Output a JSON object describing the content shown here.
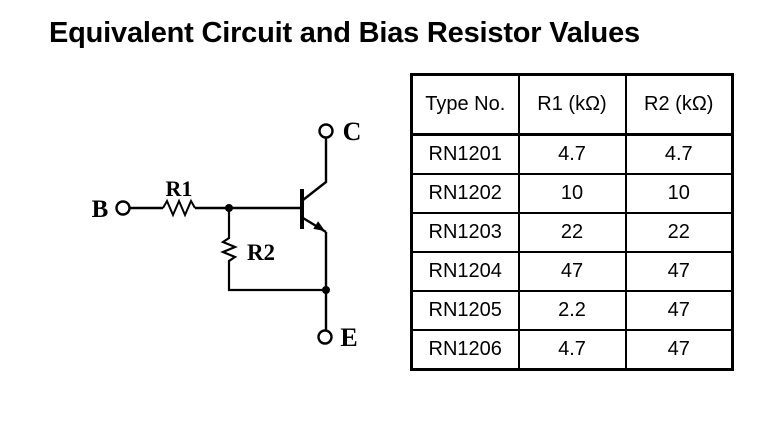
{
  "page": {
    "title": "Equivalent Circuit and Bias Resistor Values",
    "ink_color": "#000000",
    "background_color": "#ffffff"
  },
  "circuit": {
    "terminals": {
      "b": "B",
      "c": "C",
      "e": "E"
    },
    "resistors": {
      "r1": "R1",
      "r2": "R2"
    }
  },
  "table": {
    "headers": [
      "Type No.",
      "R1 (kΩ)",
      "R2 (kΩ)"
    ],
    "rows": [
      {
        "type_no": "RN1201",
        "r1_kohm": "4.7",
        "r2_kohm": "4.7"
      },
      {
        "type_no": "RN1202",
        "r1_kohm": "10",
        "r2_kohm": "10"
      },
      {
        "type_no": "RN1203",
        "r1_kohm": "22",
        "r2_kohm": "22"
      },
      {
        "type_no": "RN1204",
        "r1_kohm": "47",
        "r2_kohm": "47"
      },
      {
        "type_no": "RN1205",
        "r1_kohm": "2.2",
        "r2_kohm": "47"
      },
      {
        "type_no": "RN1206",
        "r1_kohm": "4.7",
        "r2_kohm": "47"
      }
    ]
  }
}
